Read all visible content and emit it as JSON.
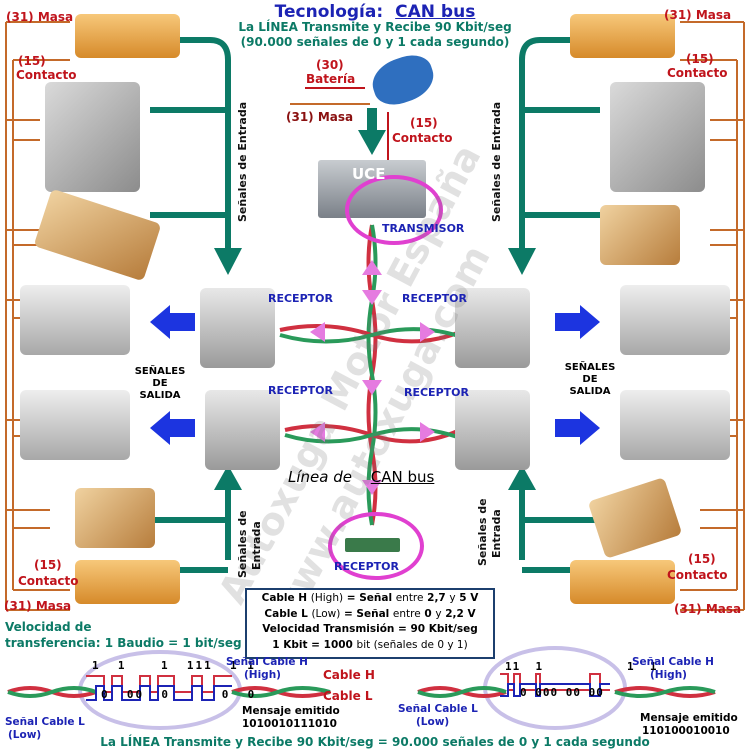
{
  "title": {
    "prefix": "Tecnología:",
    "highlight": "CAN bus"
  },
  "subtitle": {
    "line1": "La LÍNEA Transmite y Recibe 90 Kbit/seg",
    "line2": "(90.000 señales de 0 y 1 cada segundo)"
  },
  "labels": {
    "masa_31": "(31) Masa",
    "contacto_15_num": "(15)",
    "contacto_15_word": "Contacto",
    "bateria_num": "(30)",
    "bateria_word": "Batería",
    "center_masa": "(31) Masa",
    "center_contacto_num": "(15)",
    "center_contacto_word": "Contacto",
    "uce": "UCE",
    "transmisor": "TRANSMISOR",
    "receptor": "RECEPTOR",
    "senales_entrada": "Señales de Entrada",
    "senales_entrada_short_1": "Señales de",
    "senales_entrada_short_2": "Entrada",
    "senales_salida_1": "SEÑALES",
    "senales_salida_2": "DE",
    "senales_salida_3": "SALIDA",
    "linea_de": "Línea de",
    "linea_can": "CAN bus"
  },
  "infobox": {
    "line1_bold": "Cable H",
    "line1_paren": "(High)",
    "line1_rest": "= Señal",
    "line1_n": "entre",
    "line1_v": "2,7",
    "line1_y": "y",
    "line1_v2": "5 V",
    "line2_bold": "Cable L",
    "line2_paren": "(Low)",
    "line2_rest": "= Señal",
    "line2_n": "entre",
    "line2_v": "0",
    "line2_y": "y",
    "line2_v2": "2,2 V",
    "line3": "Velocidad Transmisión = 90 Kbit/seg",
    "line4_bold": "1 Kbit = 1000",
    "line4_n": "bit (señales de 0 y 1)"
  },
  "velocidad": {
    "line1": "Velocidad de",
    "line2": "transferencia: 1 Baudio = 1 bit/seg"
  },
  "signal_left": {
    "top_bits": [
      "1",
      "1",
      "1",
      "1",
      "1",
      "1",
      "1",
      "1"
    ],
    "bottom_bits": [
      "0",
      "0",
      "0",
      "0",
      "0",
      "0"
    ],
    "cable_h_1": "Señal Cable H",
    "cable_h_2": "(High)",
    "cable_h_red": "Cable H",
    "cable_l_red": "Cable L",
    "cable_l_1": "Señal Cable L",
    "cable_l_2": "(Low)",
    "mensaje_label": "Mensaje emitido",
    "mensaje_value": "1010010111010"
  },
  "signal_right": {
    "top_bits": [
      "1",
      "1",
      "1",
      "1",
      "1"
    ],
    "bottom_bits": [
      "0",
      "0",
      "0",
      "0",
      "0",
      "0",
      "0",
      "0"
    ],
    "cable_h_1": "Señal Cable H",
    "cable_h_2": "(High)",
    "cable_l_1": "Señal Cable L",
    "cable_l_2": "(Low)",
    "mensaje_label": "Mensaje emitido",
    "mensaje_value": "110100010010"
  },
  "footer": "La LÍNEA Transmite y Recibe 90 Kbit/seg = 90.000 señales de 0 y 1 cada segundo",
  "watermark": {
    "line1": "Autoxuga Motor España",
    "line2": "www.autoxuga.com"
  },
  "colors": {
    "teal": "#0c7a66",
    "red": "#c0141c",
    "blue": "#1c23b4",
    "magenta": "#e040d0",
    "wire_green": "#2a9a5a",
    "wire_red": "#d03040"
  }
}
